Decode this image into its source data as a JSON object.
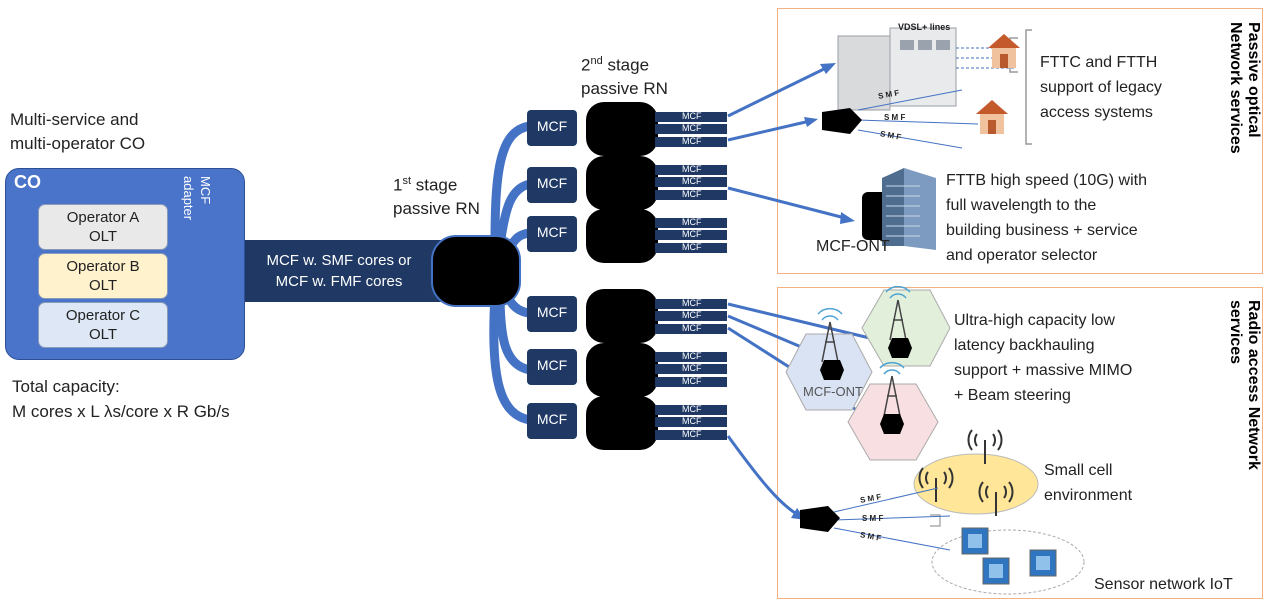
{
  "co": {
    "heading": [
      "Multi-service and",
      "multi-operator CO"
    ],
    "box_label": "CO",
    "adapter_label": "MCF adapter",
    "operators": [
      {
        "name": "Operator A",
        "sub": "OLT"
      },
      {
        "name": "Operator B",
        "sub": "OLT"
      },
      {
        "name": "Operator C",
        "sub": "OLT"
      }
    ],
    "capacity": [
      "Total capacity:",
      "M cores x L λs/core x R Gb/s"
    ]
  },
  "trunk": {
    "label": [
      "MCF w. SMF cores or",
      "MCF w. FMF cores"
    ]
  },
  "stage1": {
    "label_main": "1",
    "label_sup": "st",
    "label_rest": " stage",
    "label_line2": "passive RN"
  },
  "stage2": {
    "label_main": "2",
    "label_sup": "nd",
    "label_rest": " stage",
    "label_line2": "passive RN"
  },
  "mcf_label": "MCF",
  "smf_label": "S M F",
  "passive": {
    "title": "Passive optical Network services",
    "vdsl": "VDSL+ lines",
    "fttc_text": [
      "FTTC and FTTH",
      "support of legacy",
      "access systems"
    ],
    "fttb_text": [
      "FTTB high speed (10G) with",
      "full wavelength to the",
      "building business + service",
      "and operator selector"
    ],
    "ont_label": "MCF-ONT"
  },
  "radio": {
    "title": "Radio access Network services",
    "backhaul_text": [
      "Ultra-high capacity low",
      "latency backhauling",
      "support + massive MIMO",
      "+ Beam steering"
    ],
    "ont_label": "MCF-ONT",
    "small_cell_text": [
      "Small cell",
      "environment"
    ],
    "iot_text": "Sensor network IoT"
  },
  "colors": {
    "co_blue": "#4a74c9",
    "fiber_navy": "#1f3864",
    "link_blue": "#4472c4",
    "section_border": "#f4b183",
    "hex_green": "#e2efda",
    "hex_blue": "#dae3f3",
    "hex_pink": "#f8dfe2",
    "small_cell_yellow": "#ffe699"
  }
}
